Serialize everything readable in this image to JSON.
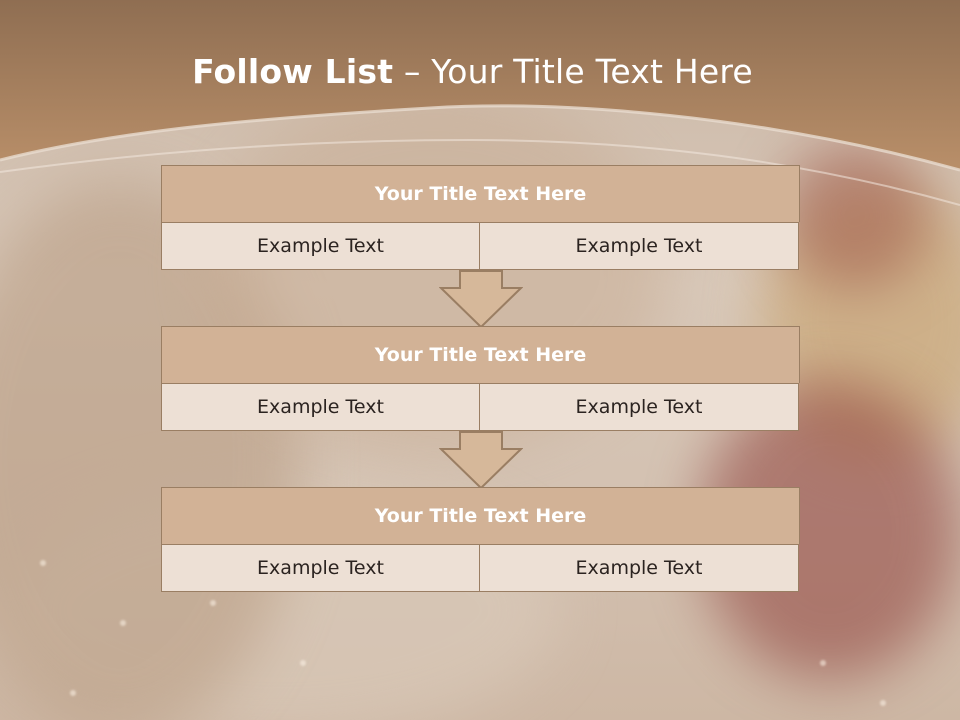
{
  "slide": {
    "title_bold": "Follow List",
    "title_rest": " – Your Title Text Here"
  },
  "colors": {
    "header_band": "#a8805e",
    "title_cell": "#d2b296",
    "text_cell": "#ede0d5",
    "border": "#9a7e63",
    "arrow_fill": "#d6b89a"
  },
  "blocks": [
    {
      "title": "Your Title Text Here",
      "left": "Example Text",
      "right": "Example Text"
    },
    {
      "title": "Your Title Text Here",
      "left": "Example Text",
      "right": "Example Text"
    },
    {
      "title": "Your Title Text Here",
      "left": "Example Text",
      "right": "Example Text"
    }
  ]
}
